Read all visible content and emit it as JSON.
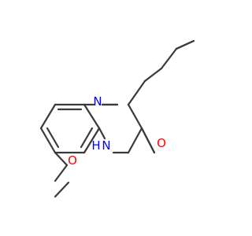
{
  "molecule": {
    "atoms": {
      "n_ring": "N",
      "nh_n": "N",
      "nh_h": "H",
      "o_carbonyl": "O",
      "o_methoxy": "O"
    },
    "colors": {
      "bond": "#3a3a3a",
      "nitrogen": "#0000ff",
      "oxygen": "#ff0000",
      "background": "#ffffff"
    }
  }
}
